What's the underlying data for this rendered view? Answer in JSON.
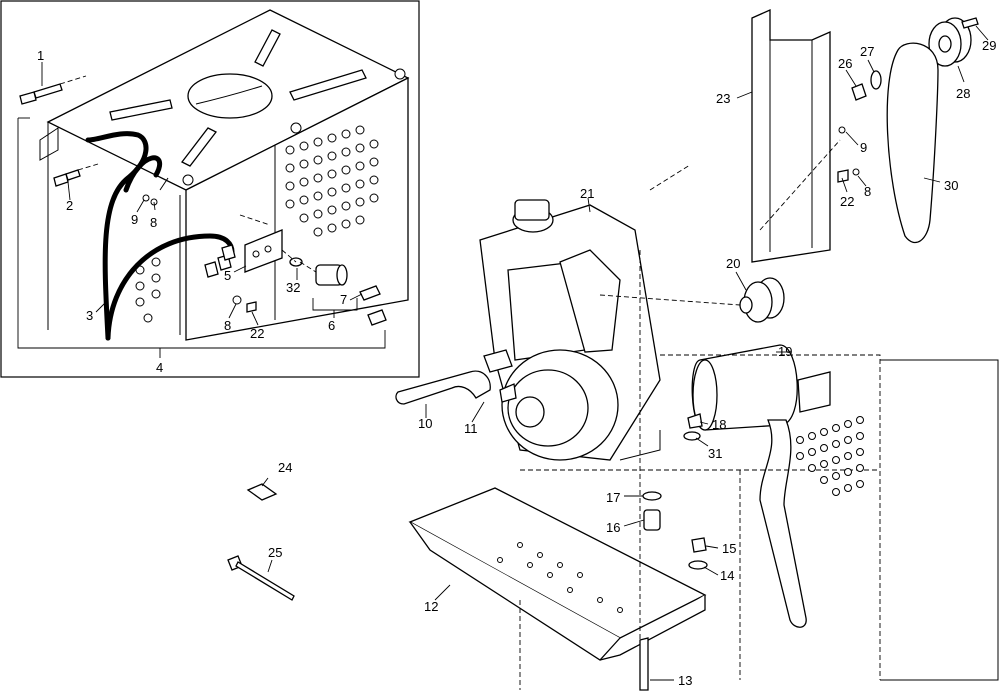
{
  "diagram": {
    "callouts": [
      {
        "id": "c1",
        "text": "1"
      },
      {
        "id": "c2",
        "text": "2"
      },
      {
        "id": "c3",
        "text": "3"
      },
      {
        "id": "c4",
        "text": "4"
      },
      {
        "id": "c5",
        "text": "5"
      },
      {
        "id": "c6",
        "text": "6"
      },
      {
        "id": "c7",
        "text": "7"
      },
      {
        "id": "c8a",
        "text": "8"
      },
      {
        "id": "c8b",
        "text": "8"
      },
      {
        "id": "c8c",
        "text": "8"
      },
      {
        "id": "c9a",
        "text": "9"
      },
      {
        "id": "c9b",
        "text": "9"
      },
      {
        "id": "c10",
        "text": "10"
      },
      {
        "id": "c11",
        "text": "11"
      },
      {
        "id": "c12",
        "text": "12"
      },
      {
        "id": "c13",
        "text": "13"
      },
      {
        "id": "c14",
        "text": "14"
      },
      {
        "id": "c15",
        "text": "15"
      },
      {
        "id": "c16",
        "text": "16"
      },
      {
        "id": "c17",
        "text": "17"
      },
      {
        "id": "c18",
        "text": "18"
      },
      {
        "id": "c19",
        "text": "19"
      },
      {
        "id": "c20",
        "text": "20"
      },
      {
        "id": "c21",
        "text": "21"
      },
      {
        "id": "c22a",
        "text": "22"
      },
      {
        "id": "c22b",
        "text": "22"
      },
      {
        "id": "c23",
        "text": "23"
      },
      {
        "id": "c24",
        "text": "24"
      },
      {
        "id": "c25",
        "text": "25"
      },
      {
        "id": "c26",
        "text": "26"
      },
      {
        "id": "c27",
        "text": "27"
      },
      {
        "id": "c28",
        "text": "28"
      },
      {
        "id": "c29",
        "text": "29"
      },
      {
        "id": "c30",
        "text": "30"
      },
      {
        "id": "c31",
        "text": "31"
      },
      {
        "id": "c32",
        "text": "32"
      }
    ]
  }
}
